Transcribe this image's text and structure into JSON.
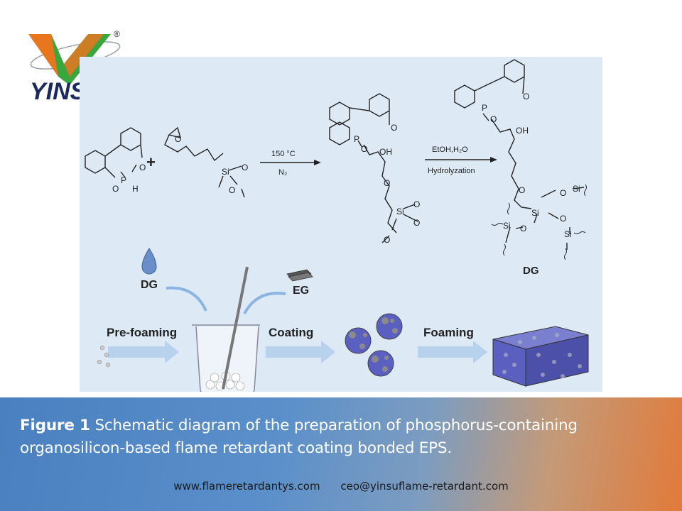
{
  "logo": {
    "brand": "YINS",
    "registered": "®"
  },
  "reaction": {
    "plus": "+",
    "arrow1_top": "150 °C",
    "arrow1_bottom": "N₂",
    "arrow2_top": "EtOH,H₂O",
    "arrow2_bottom": "Hydrolyzation",
    "product_label": "DG"
  },
  "process": {
    "dg_label": "DG",
    "eg_label": "EG",
    "step1": "Pre-foaming",
    "step2": "Coating",
    "step3": "Foaming"
  },
  "caption": {
    "figure_label": "Figure 1",
    "text": "Schematic diagram of the preparation of phosphorus-containing organosilicon-based flame retardant coating bonded EPS."
  },
  "footer": {
    "website": "www.flameretardantys.com",
    "email": "ceo@yinsuflame-retardant.com"
  },
  "colors": {
    "panel_bg": "#dde9f5",
    "logo_orange": "#e8761e",
    "logo_green": "#3aa63e",
    "logo_navy": "#1a2a5c",
    "bead_blue": "#5a5fc0"
  }
}
